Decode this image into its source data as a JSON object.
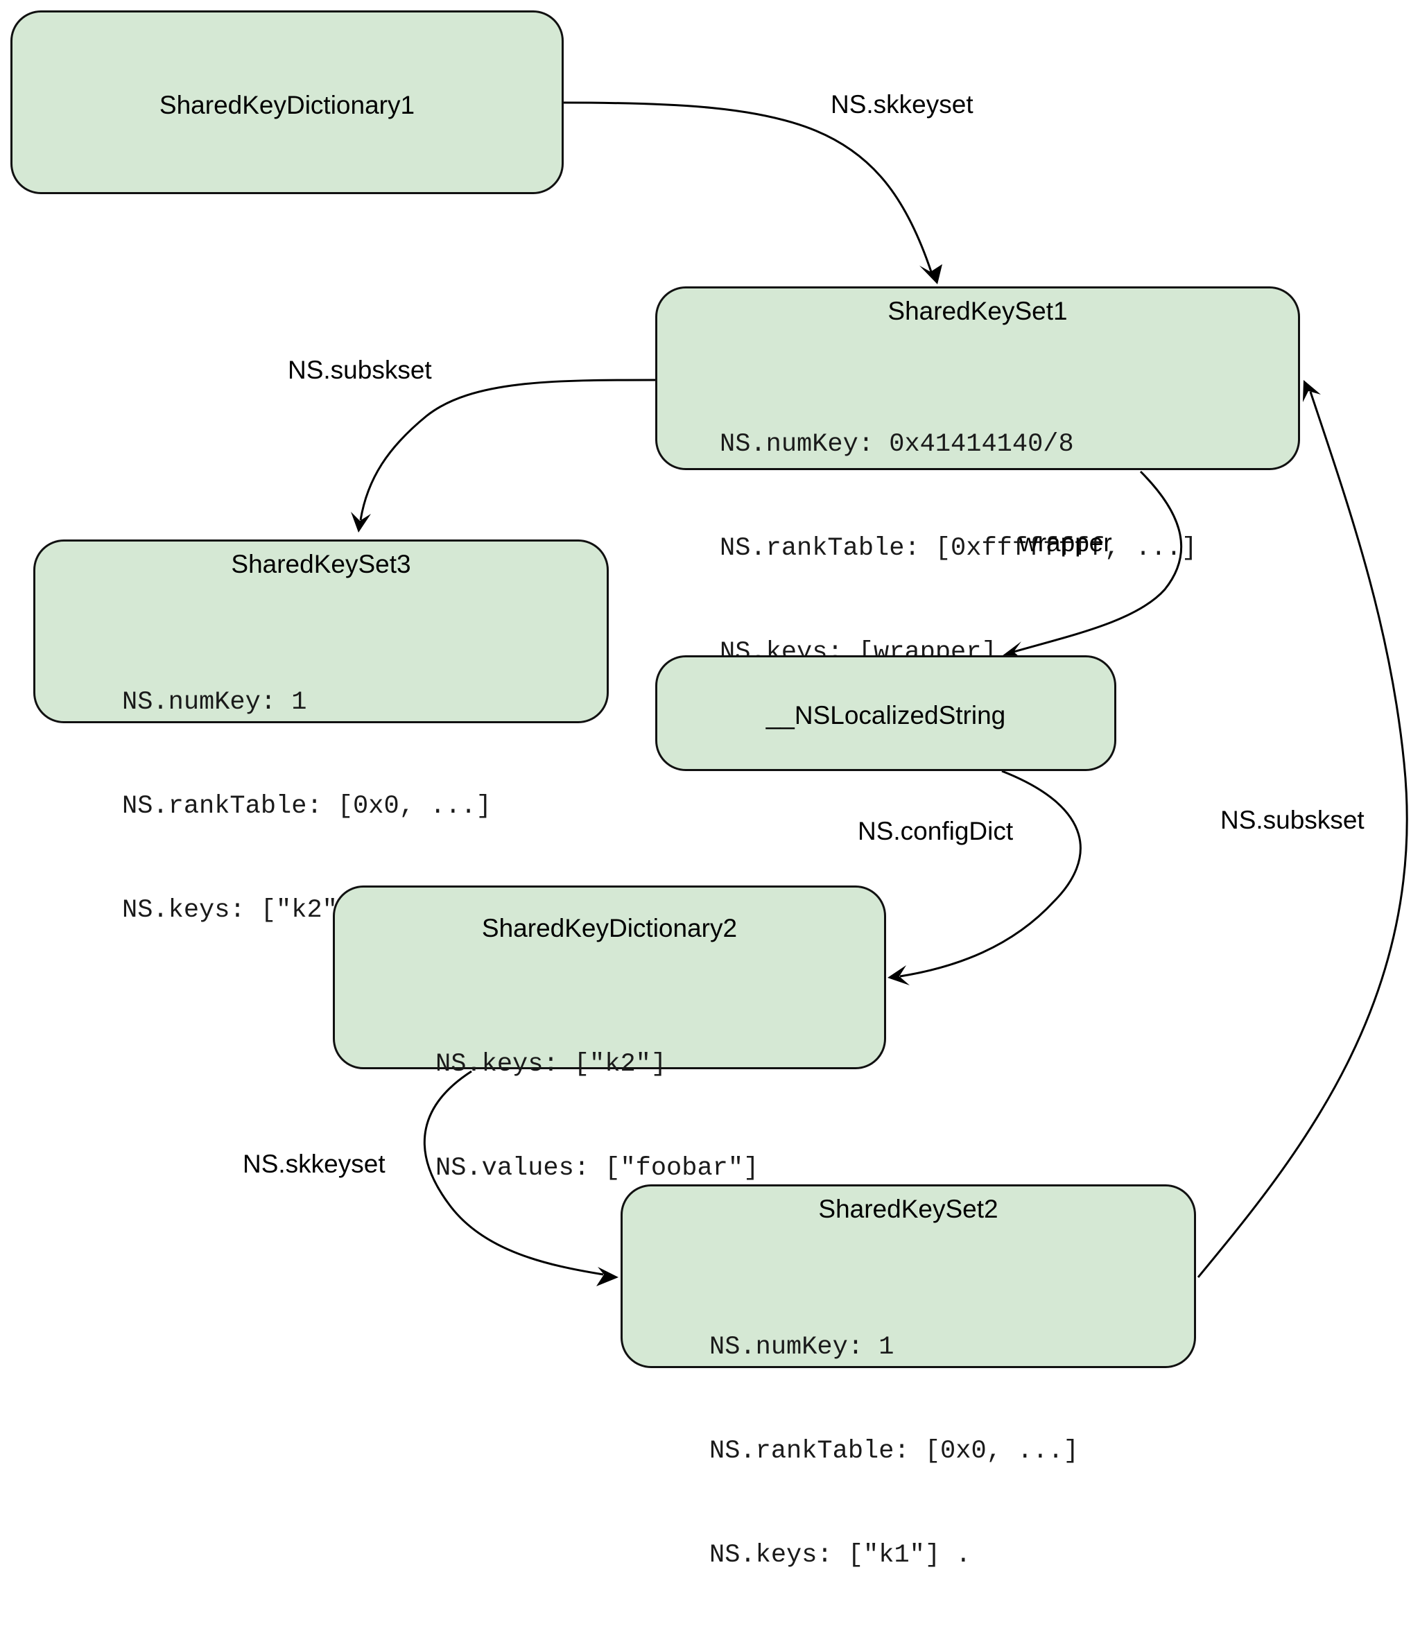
{
  "colors": {
    "node_fill": "#d5e8d4",
    "node_border": "#111111",
    "edge_stroke": "#000000",
    "text": "#000000"
  },
  "nodes": {
    "skd1": {
      "title": "SharedKeyDictionary1",
      "fields": []
    },
    "sks1": {
      "title": "SharedKeySet1",
      "fields": [
        "NS.numKey: 0x41414140/8",
        "NS.rankTable: [0xffffffff, ...]",
        "NS.keys: [wrapper]"
      ]
    },
    "sks3": {
      "title": "SharedKeySet3",
      "fields": [
        "NS.numKey: 1",
        "NS.rankTable: [0x0, ...]",
        "NS.keys: [\"k2\"]"
      ]
    },
    "nsls": {
      "title": "__NSLocalizedString",
      "fields": []
    },
    "skd2": {
      "title": "SharedKeyDictionary2",
      "fields": [
        "NS.keys: [\"k2\"]",
        "NS.values: [\"foobar\"]"
      ]
    },
    "sks2": {
      "title": "SharedKeySet2",
      "fields": [
        "NS.numKey: 1",
        "NS.rankTable: [0x0, ...]",
        "NS.keys: [\"k1\"] ."
      ]
    }
  },
  "edges": [
    {
      "id": "skd1-to-sks1",
      "label": "NS.skkeyset"
    },
    {
      "id": "sks1-to-sks3",
      "label": "NS.subskset"
    },
    {
      "id": "sks1-to-nsls",
      "label": "wrapper"
    },
    {
      "id": "nsls-to-skd2",
      "label": "NS.configDict"
    },
    {
      "id": "skd2-to-sks2",
      "label": "NS.skkeyset"
    },
    {
      "id": "sks2-to-sks1",
      "label": "NS.subskset"
    }
  ]
}
